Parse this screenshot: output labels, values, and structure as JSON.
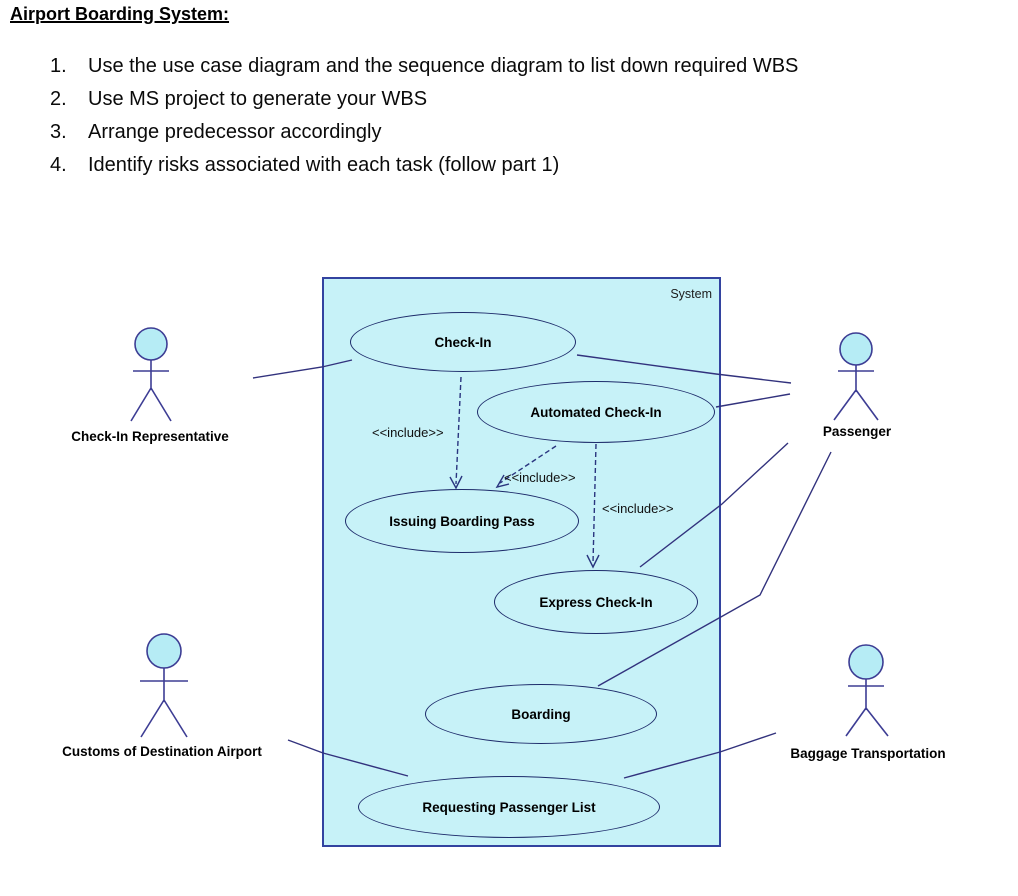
{
  "document": {
    "title": "Airport Boarding System:",
    "tasks": [
      {
        "num": "1.",
        "text": "Use the use case diagram and the sequence diagram to list down required WBS"
      },
      {
        "num": "2.",
        "text": "Use MS project to generate your WBS"
      },
      {
        "num": "3.",
        "text": "Arrange predecessor accordingly"
      },
      {
        "num": "4.",
        "text": "Identify risks associated with each task (follow part 1)"
      }
    ]
  },
  "diagram": {
    "system_label": "System",
    "use_cases": [
      {
        "label": "Check-In"
      },
      {
        "label": "Automated Check-In"
      },
      {
        "label": "Issuing Boarding Pass"
      },
      {
        "label": "Express Check-In"
      },
      {
        "label": "Boarding"
      },
      {
        "label": "Requesting Passenger List"
      }
    ],
    "actors": [
      {
        "label": "Check-In Representative"
      },
      {
        "label": "Passenger"
      },
      {
        "label": "Customs of Destination Airport"
      },
      {
        "label": "Baggage Transportation"
      }
    ],
    "include_labels": [
      "<<include>>",
      "<<include>>",
      "<<include>>"
    ],
    "colors": {
      "system_fill": "#c7f2f8",
      "system_border": "#3343a0",
      "ellipse_border": "#1e2c6b",
      "association_line": "#32327d",
      "actor_stroke": "#3d3d94",
      "actor_head_fill": "#b6ecf5",
      "include_arrow": "#2a357f"
    }
  }
}
